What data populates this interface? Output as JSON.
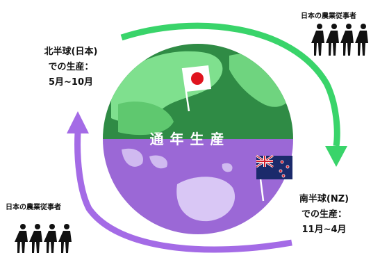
{
  "northern": {
    "title": "北半球(日本)",
    "line2": "での生産：",
    "period": "5月~10月"
  },
  "southern": {
    "title": "南半球(NZ)",
    "line2": "での生産：",
    "period": "11月~4月"
  },
  "workers": {
    "top_label": "日本の農業従事者",
    "bottom_label": "日本の農業従事者",
    "top_count": 4,
    "bottom_count": 4
  },
  "center_text": "通年生産",
  "colors": {
    "north_green": "#4fc26b",
    "north_green_dark": "#2f8b45",
    "south_purple": "#9b68d6",
    "arrow_green": "#39d46a",
    "arrow_purple": "#a46be6",
    "land_green": "#8fe59a",
    "land_purple": "#d9c7f5"
  },
  "flags": [
    "japan-flag",
    "new-zealand-flag"
  ]
}
